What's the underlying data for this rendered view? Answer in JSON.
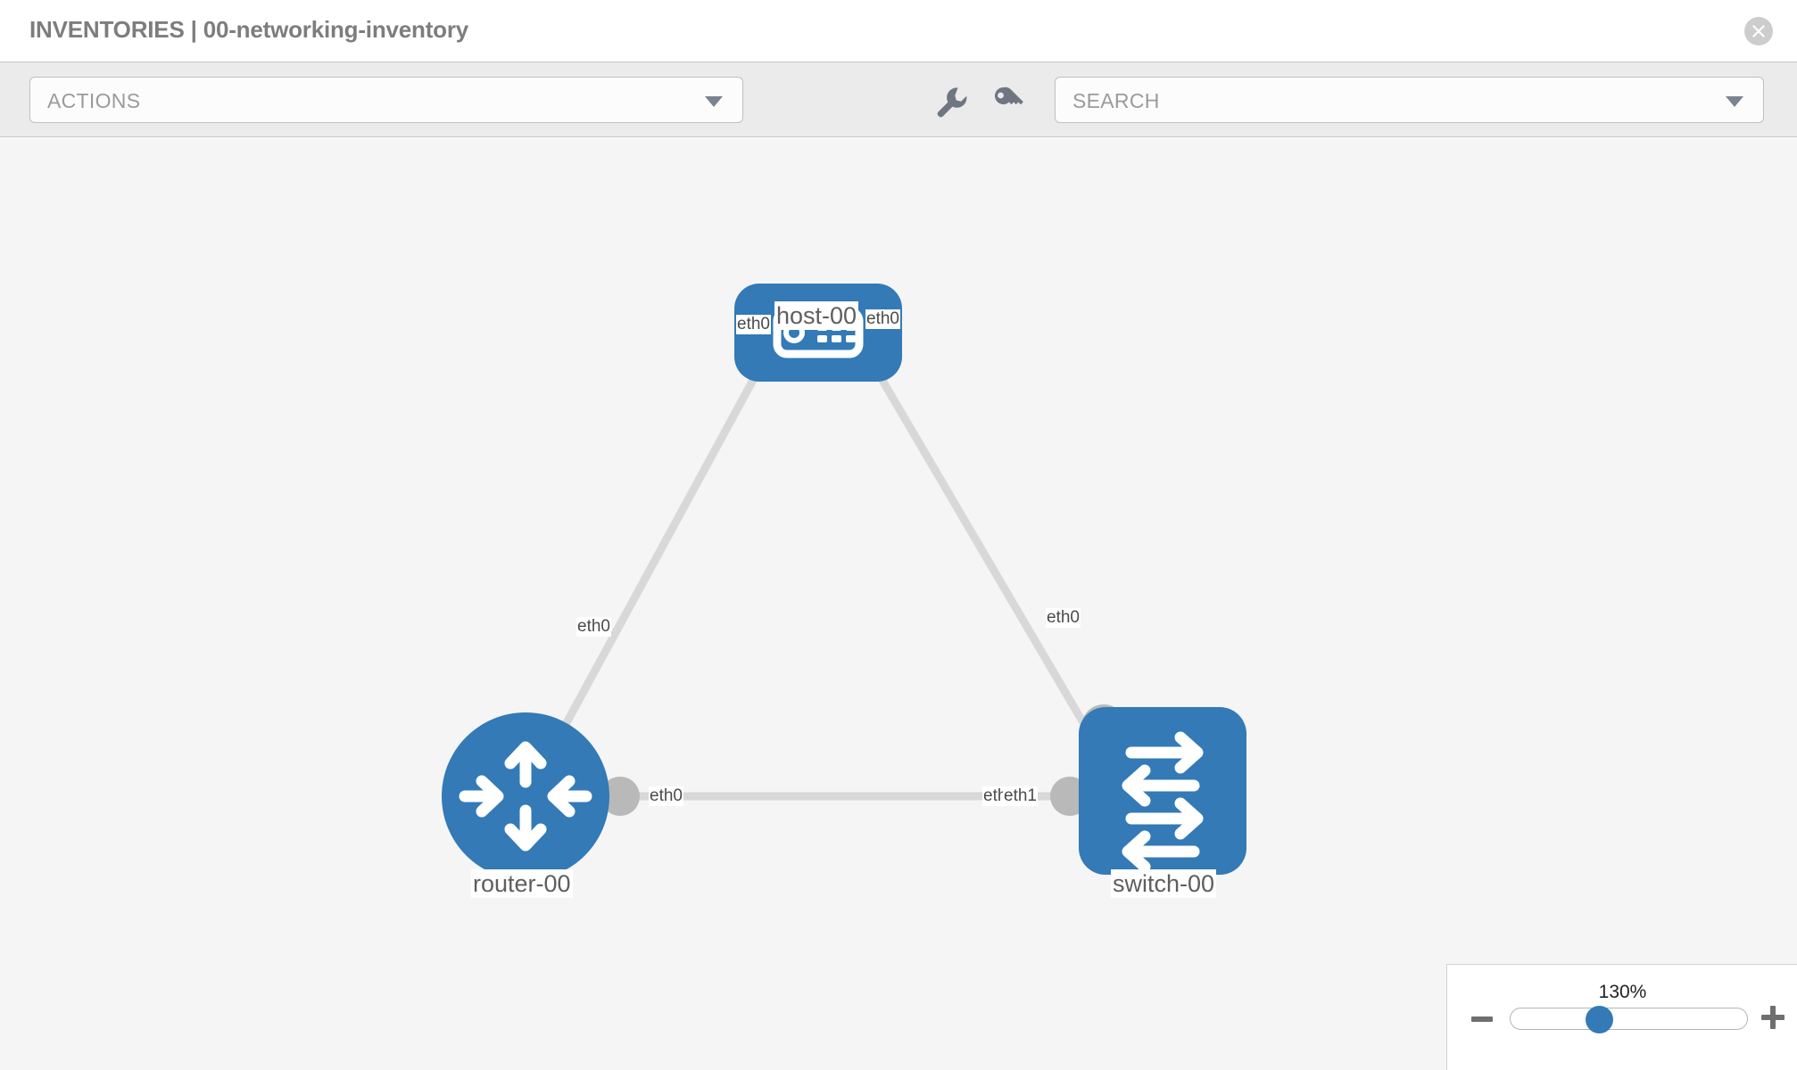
{
  "header": {
    "title": "INVENTORIES | 00-networking-inventory",
    "close_icon": "close-circle-icon"
  },
  "toolbar": {
    "actions_label": "ACTIONS",
    "actions_caret_icon": "chevron-down-icon",
    "wrench_icon": "wrench-icon",
    "key_icon": "key-icon",
    "search_placeholder": "SEARCH",
    "search_caret_icon": "chevron-down-icon"
  },
  "topology": {
    "accent_color": "#337ab7",
    "edge_color": "#d8d8d8",
    "connector_color": "#b9b9b9",
    "canvas_color": "#f5f5f5",
    "nodes": [
      {
        "id": "host-00",
        "label": "host-00",
        "type": "host",
        "icon": "server-icon"
      },
      {
        "id": "router-00",
        "label": "router-00",
        "type": "router",
        "icon": "router-arrows-icon"
      },
      {
        "id": "switch-00",
        "label": "switch-00",
        "type": "switch",
        "icon": "switch-arrows-icon"
      }
    ],
    "links": [
      {
        "from": "host-00",
        "from_iface": "eth0",
        "to": "router-00",
        "to_iface": "eth0"
      },
      {
        "from": "host-00",
        "from_iface": "eth0",
        "to": "switch-00",
        "to_iface": "eth0"
      },
      {
        "from": "router-00",
        "from_iface": "eth0",
        "to": "switch-00",
        "to_iface": "eth1"
      }
    ],
    "interface_labels": {
      "host_left": "eth0",
      "host_right": "eth0",
      "router_up": "eth0",
      "switch_up": "eth0",
      "router_right": "eth0",
      "switch_left_a": "eth",
      "switch_left_b": "eth1"
    }
  },
  "zoom_control": {
    "percent": "130%",
    "minus_label": "−",
    "plus_label": "+"
  }
}
